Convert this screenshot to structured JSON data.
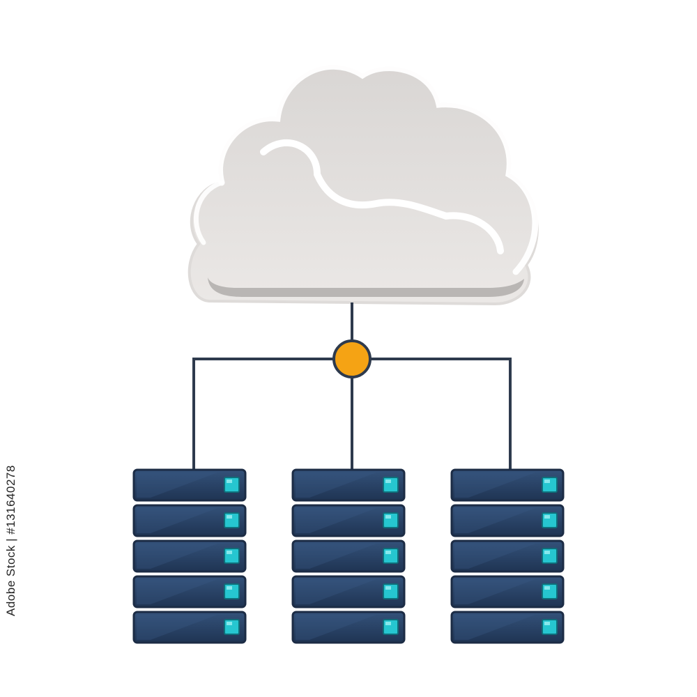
{
  "watermark": {
    "stock_id": "131640278",
    "brand": "Adobe Stock"
  },
  "colors": {
    "background": "#ffffff",
    "cloud_fill": "#e6e3e1",
    "cloud_highlight": "#ffffff",
    "cloud_shadow": "#c7c4c2",
    "connector_line": "#2e3a4d",
    "hub_fill": "#f5a314",
    "server_dark": "#1c2c45",
    "server_mid": "#2d4669",
    "server_light": "#3a5a85",
    "led": "#26c6d0"
  },
  "icons": {
    "cloud": "cloud-icon",
    "hub": "network-hub-icon",
    "server": "server-rack-icon",
    "led": "status-led-icon"
  },
  "diagram": {
    "server_racks": 3,
    "units_per_rack": 5
  }
}
